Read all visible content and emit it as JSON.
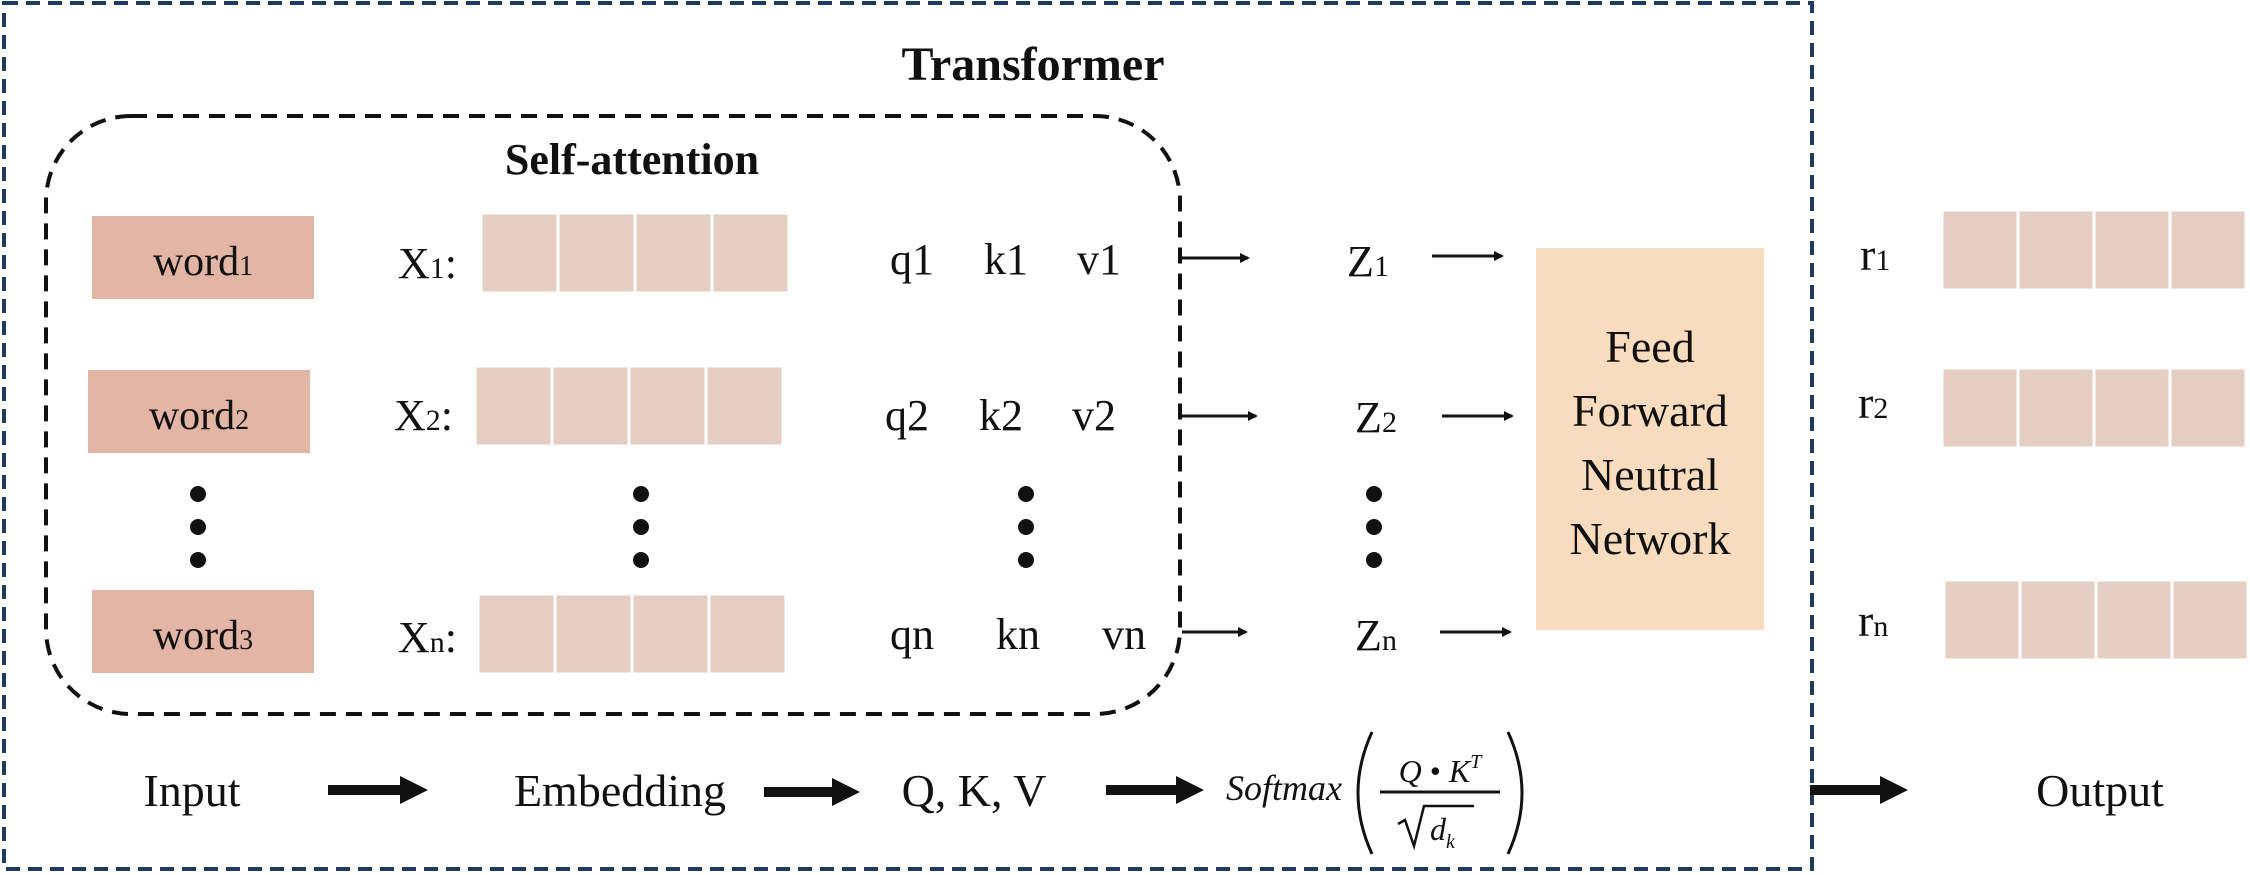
{
  "title": "Transformer",
  "self_attention_title": "Self-attention",
  "words": [
    {
      "base": "word",
      "sub": "1"
    },
    {
      "base": "word",
      "sub": "2"
    },
    {
      "base": "word",
      "sub": "3"
    }
  ],
  "embeddings": [
    {
      "base": "X",
      "sub": "1",
      "suffix": ":"
    },
    {
      "base": "X",
      "sub": "2",
      "suffix": ":"
    },
    {
      "base": "X",
      "sub": "n",
      "suffix": ":"
    }
  ],
  "qkv_rows": [
    {
      "q": "q1",
      "k": "k1",
      "v": "v1"
    },
    {
      "q": "q2",
      "k": "k2",
      "v": "v2"
    },
    {
      "q": "qn",
      "k": "kn",
      "v": "vn"
    }
  ],
  "z_outputs": [
    {
      "base": "Z",
      "sub": "1"
    },
    {
      "base": "Z",
      "sub": "2"
    },
    {
      "base": "Z",
      "sub": "n"
    }
  ],
  "ffn_lines": [
    "Feed",
    "Forward",
    "Neutral",
    "Network"
  ],
  "results": [
    {
      "base": "r",
      "sub": "1"
    },
    {
      "base": "r",
      "sub": "2"
    },
    {
      "base": "r",
      "sub": "n"
    }
  ],
  "pipeline": {
    "input": "Input",
    "embedding": "Embedding",
    "qkv": "Q, K, V",
    "softmax": "Softmax",
    "numerator_q": "Q",
    "numerator_k": "K",
    "numerator_sup": "T",
    "denominator_d": "d",
    "denominator_sub": "k",
    "output": "Output"
  },
  "colors": {
    "word_box": "#e2b5a4",
    "vector_cell": "#e6cec3",
    "ffn_box": "#f9dcbe",
    "outer_border": "#1f3a5f",
    "inner_border": "#111111"
  }
}
